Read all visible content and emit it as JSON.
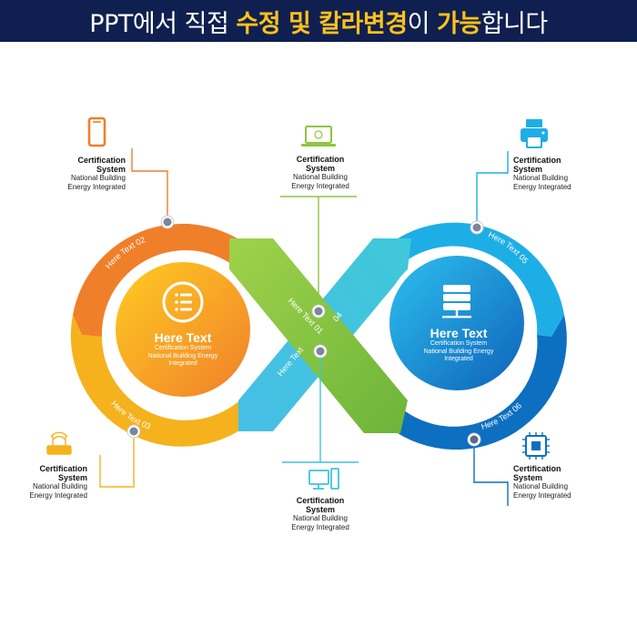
{
  "banner": {
    "part1": "PPT에서 직접 ",
    "part2": "수정 및 칼라변경",
    "part3": "이 ",
    "part4": "가능",
    "part5": "합니다"
  },
  "colors": {
    "banner_bg": "#0f1f4f",
    "highlight": "#ffc21a",
    "orange": "#f07f2a",
    "yellow": "#f6b21c",
    "light_blue": "#1eaee6",
    "dark_blue": "#0d6fc0",
    "green": "#8dc63f",
    "cyan": "#3fc4d8"
  },
  "segments": {
    "s01": "Here Text 01",
    "s02": "Here Text 02",
    "s03": "Here Text 03",
    "s04": "04",
    "s04b": "Here Text",
    "s05": "Here Text 05",
    "s06": "Here Text 06"
  },
  "hubs": {
    "left": {
      "title": "Here Text",
      "line1": "Certification System",
      "line2": "National Building Energy",
      "line3": "Integrated",
      "icon": "list-icon"
    },
    "right": {
      "title": "Here Text",
      "line1": "Certification System",
      "line2": "National Building Energy",
      "line3": "Integrated",
      "icon": "server-icon"
    }
  },
  "callouts": {
    "phone": {
      "title1": "Certification",
      "title2": "System",
      "desc1": "National Building",
      "desc2": "Energy Integrated",
      "icon": "smartphone-icon"
    },
    "laptop": {
      "title1": "Certification",
      "title2": "System",
      "desc1": "National Building",
      "desc2": "Energy Integrated",
      "icon": "laptop-icon"
    },
    "printer": {
      "title1": "Certification",
      "title2": "System",
      "desc1": "National Building",
      "desc2": "Energy Integrated",
      "icon": "printer-icon"
    },
    "router": {
      "title1": "Certification",
      "title2": "System",
      "desc1": "National Building",
      "desc2": "Energy Integrated",
      "icon": "router-icon"
    },
    "monitor": {
      "title1": "Certification",
      "title2": "System",
      "desc1": "National Building",
      "desc2": "Energy Integrated",
      "icon": "desktop-icon"
    },
    "chip": {
      "title1": "Certification",
      "title2": "System",
      "desc1": "National Building",
      "desc2": "Energy Integrated",
      "icon": "chip-icon"
    }
  }
}
